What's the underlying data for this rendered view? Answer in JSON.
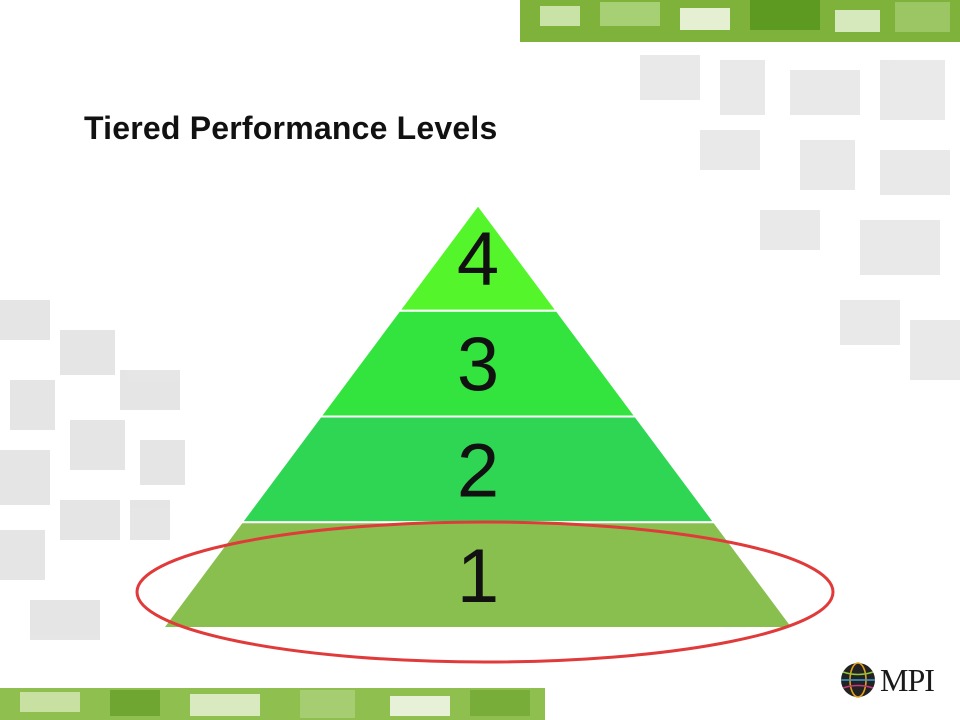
{
  "slide": {
    "title": "Tiered Performance Levels"
  },
  "pyramid": {
    "tiers": [
      {
        "label": "4",
        "color": "#55f52b"
      },
      {
        "label": "3",
        "color": "#33e33e"
      },
      {
        "label": "2",
        "color": "#2fd654"
      },
      {
        "label": "1",
        "color": "#88bf4e"
      }
    ],
    "highlight_tier": "1",
    "highlight_color": "#e03a3a"
  },
  "logo": {
    "text": "MPI",
    "icon": "globe-icon"
  },
  "theme": {
    "accent_green": "#6fab30",
    "tile_gray": "#e8e8e8"
  }
}
